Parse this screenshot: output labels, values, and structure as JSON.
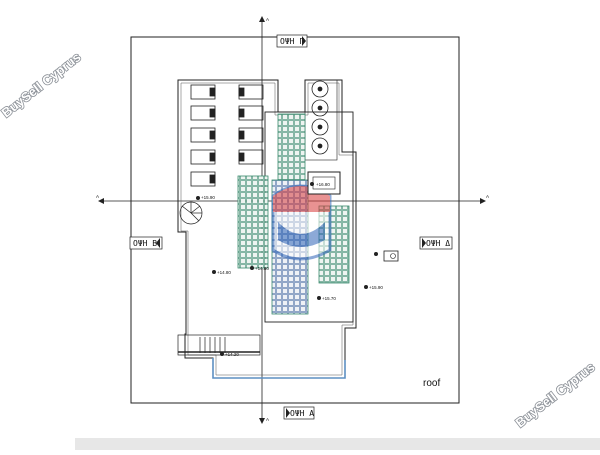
{
  "plan": {
    "elevation_labels": {
      "top": "ΟΨΗ Γ",
      "left": "ΟΨΗ Β",
      "right": "ΟΨΗ Δ",
      "bottom": "ΟΨΗ Α"
    },
    "section_markers": [
      "A",
      "A",
      "A",
      "A"
    ],
    "level_labels": [
      "+16.80",
      "+15.90",
      "+14.80",
      "+14.80",
      "+15.70",
      "+15.90",
      "+14.20"
    ],
    "roof_label": "roof"
  },
  "watermark": {
    "text": "BuySell Cyprus",
    "logo_colors": [
      "#d83a3a",
      "#2f64b8",
      "#ffffff"
    ]
  },
  "colors": {
    "line": "#222222",
    "panel_green": "#3a8a6e",
    "water_blue": "#5d8fc2"
  }
}
